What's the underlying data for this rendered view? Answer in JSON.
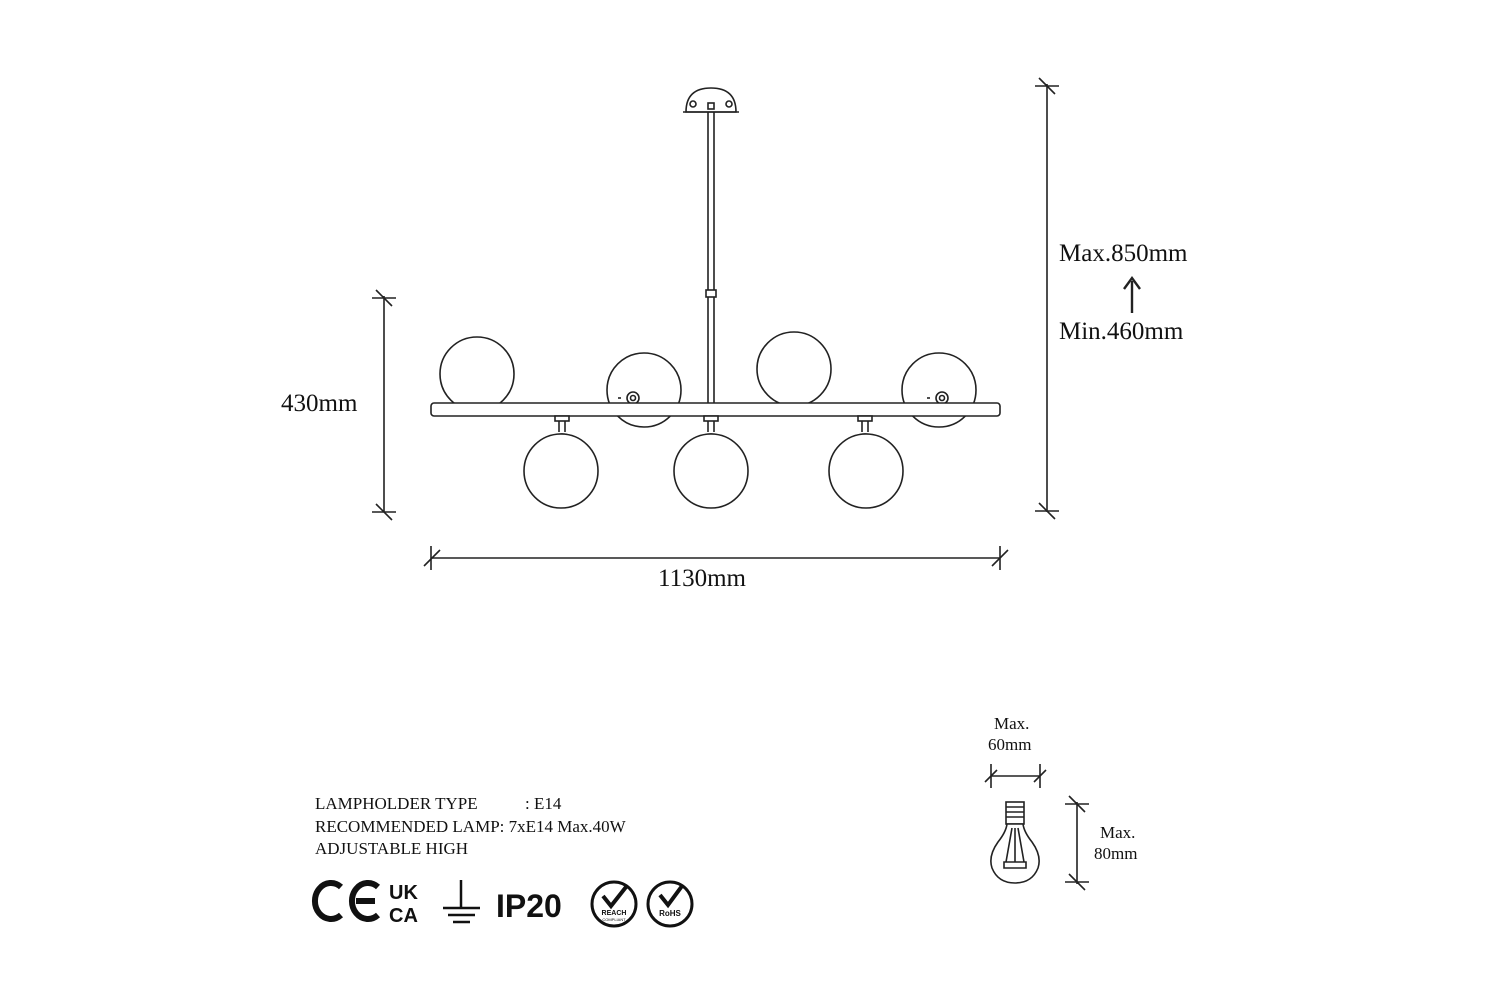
{
  "dimensions": {
    "height_fixed": "430mm",
    "width": "1130mm",
    "height_max": "Max.850mm",
    "height_min": "Min.460mm"
  },
  "bulb": {
    "width_label_1": "Max.",
    "width_label_2": "60mm",
    "height_label_1": "Max.",
    "height_label_2": "80mm"
  },
  "specs": {
    "lampholder_label": "LAMPHOLDER TYPE",
    "lampholder_value": ": E14",
    "recommended_label": "RECOMMENDED LAMP:",
    "recommended_value": "7xE14 Max.40W",
    "adjustable": "ADJUSTABLE HIGH"
  },
  "certifications": {
    "ukca_top": "UK",
    "ukca_bottom": "CA",
    "ip_rating": "IP20",
    "reach": "REACH",
    "reach_sub": "COMPLIANT",
    "rohs": "RoHS"
  }
}
